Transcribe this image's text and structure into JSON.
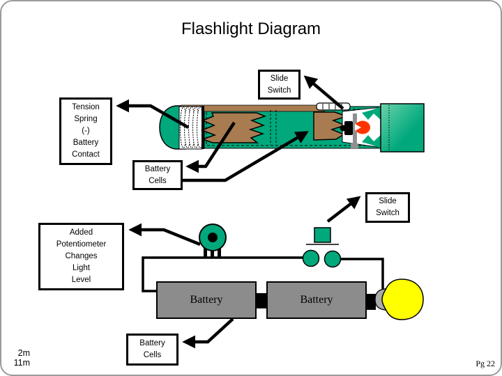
{
  "slide": {
    "title": "Flashlight Diagram",
    "page_number": "Pg 22",
    "timers": {
      "top": "2m",
      "bottom": "11m"
    }
  },
  "callouts": {
    "slide_switch_top": "Slide\nSwitch",
    "tension_spring": "Tension\nSpring\n(-)\nBattery\nContact",
    "battery_cells_top": "Battery\nCells",
    "slide_switch_right": "Slide\nSwitch",
    "added_potentiometer": "Added\nPotentiometer\nChanges\nLight\nLevel",
    "battery_cells_bottom": "Battery\nCells"
  },
  "circuit": {
    "battery_left_label": "Battery",
    "battery_right_label": "Battery"
  },
  "colors": {
    "flashlight_teal": "#00A87C",
    "battery_brown": "#A87C50",
    "battery_gray": "#8C8C8C",
    "bulb_yellow": "#FFFF00",
    "bulb_glow_red": "#FF3300",
    "contact_gray": "#8F8F8F",
    "outline_black": "#000000"
  }
}
